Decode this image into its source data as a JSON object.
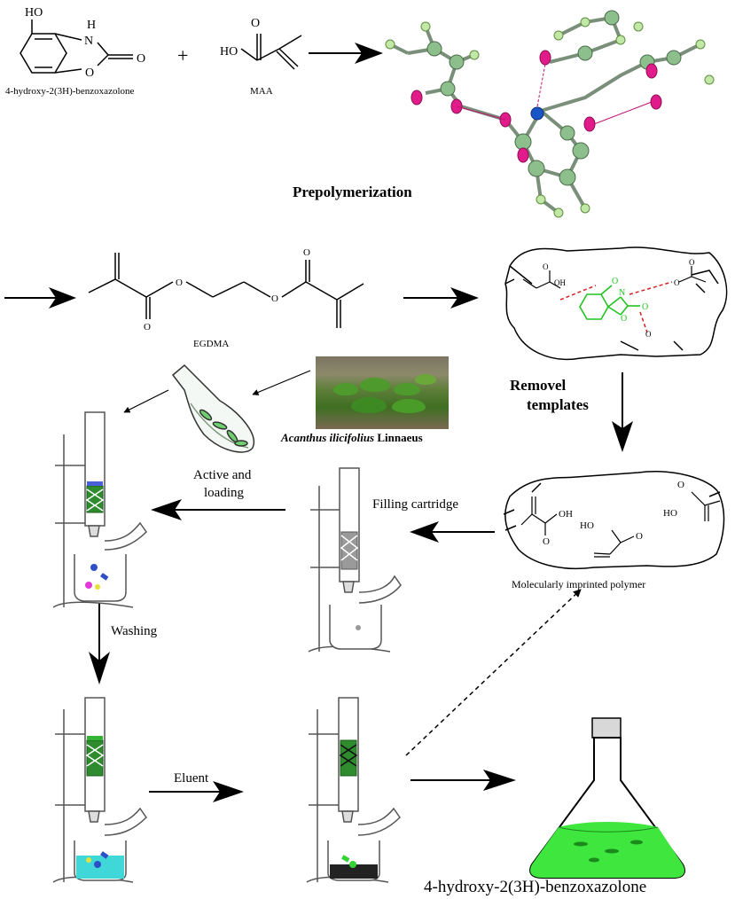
{
  "labels": {
    "hbo_left": "4-hydroxy-2(3H)-benzoxazolone",
    "maa": "MAA",
    "prepolymerization": "Prepolymerization",
    "egdma": "EGDMA",
    "removel": "Removel",
    "templates": "templates",
    "plant_italic": "Acanthus ilicifolius",
    "plant_bold": "Linnaeus",
    "active": "Active and",
    "loading": "loading",
    "filling": "Filling cartridge",
    "mip": "Molecularly imprinted polymer",
    "washing": "Washing",
    "eluent": "Eluent",
    "hbo_bottom": "4-hydroxy-2(3H)-benzoxazolone"
  },
  "atoms": {
    "ho": "HO",
    "h": "H",
    "n": "N",
    "o": "O",
    "plus": "+",
    "oh": "OH"
  },
  "colors": {
    "green": "#22c322",
    "magenta": "#d4147a",
    "red": "#d42020",
    "column_green": "#2e8b2e"
  }
}
